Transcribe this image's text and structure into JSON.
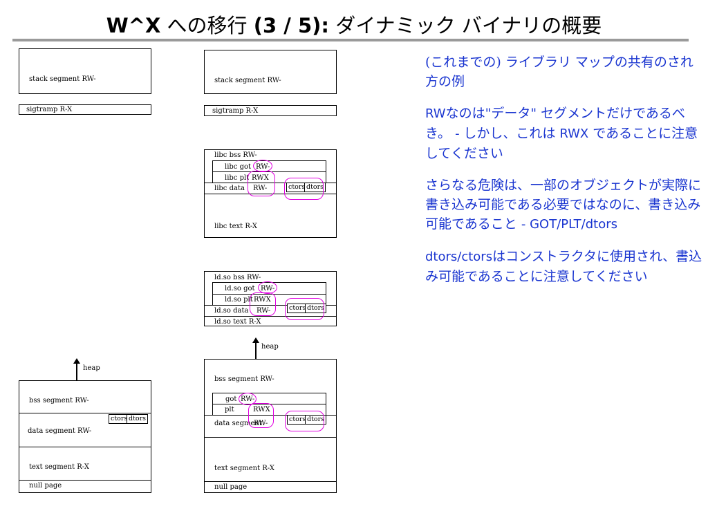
{
  "title": {
    "bold_part": "W^X",
    "rest_1": " への移行 ",
    "bold_part2": "(3 / 5):",
    "rest_2": " ダイナミック バイナリの概要"
  },
  "left_diagram": {
    "stack": "stack segment RW-",
    "sigtramp": "sigtramp R-X",
    "heap": "heap",
    "bss": "bss segment RW-",
    "ctors": "ctors",
    "dtors": "dtors",
    "data": "data segment RW-",
    "text": "text segment R-X",
    "null": "null page"
  },
  "right_diagram": {
    "stack": "stack segment RW-",
    "sigtramp": "sigtramp R-X",
    "libc_bss": "libc bss RW-",
    "libc_got": "libc got",
    "libc_plt": "libc plt",
    "libc_data": "libc data",
    "libc_text": "libc text R-X",
    "ldso_bss": "ld.so bss RW-",
    "ldso_got": "ld.so got",
    "ldso_plt": "ld.so plt",
    "ldso_data": "ld.so data",
    "ldso_text": "ld.so text R-X",
    "heap": "heap",
    "bss": "bss segment RW-",
    "got": "got",
    "plt": "plt",
    "data": "data segment",
    "text": "text segment R-X",
    "null": "null page",
    "rw": "RW-",
    "rwx": "RWX",
    "ctors": "ctors",
    "dtors": "dtors"
  },
  "notes": {
    "p1_a": "(これまでの)",
    "p1_b": " ライブラリ マップの共有のされ方の例",
    "p2_a": "RW",
    "p2_b": "なのは\"データ\" セグメントだけであるべき。 ",
    "p2_c": "- ",
    "p2_d": "しかし、これは ",
    "p2_e": "RWX",
    "p2_f": " であることに注意してください",
    "p3_a": "さらなる危険は、一部のオブジェクトが実際に書き込み可能である必要ではなのに、書き込み可能であること ",
    "p3_b": "- GOT/PLT/dtors",
    "p4_a": "dtors/ctors",
    "p4_b": "はコンストラクタに使用され、書込み可能であることに注意してください"
  }
}
